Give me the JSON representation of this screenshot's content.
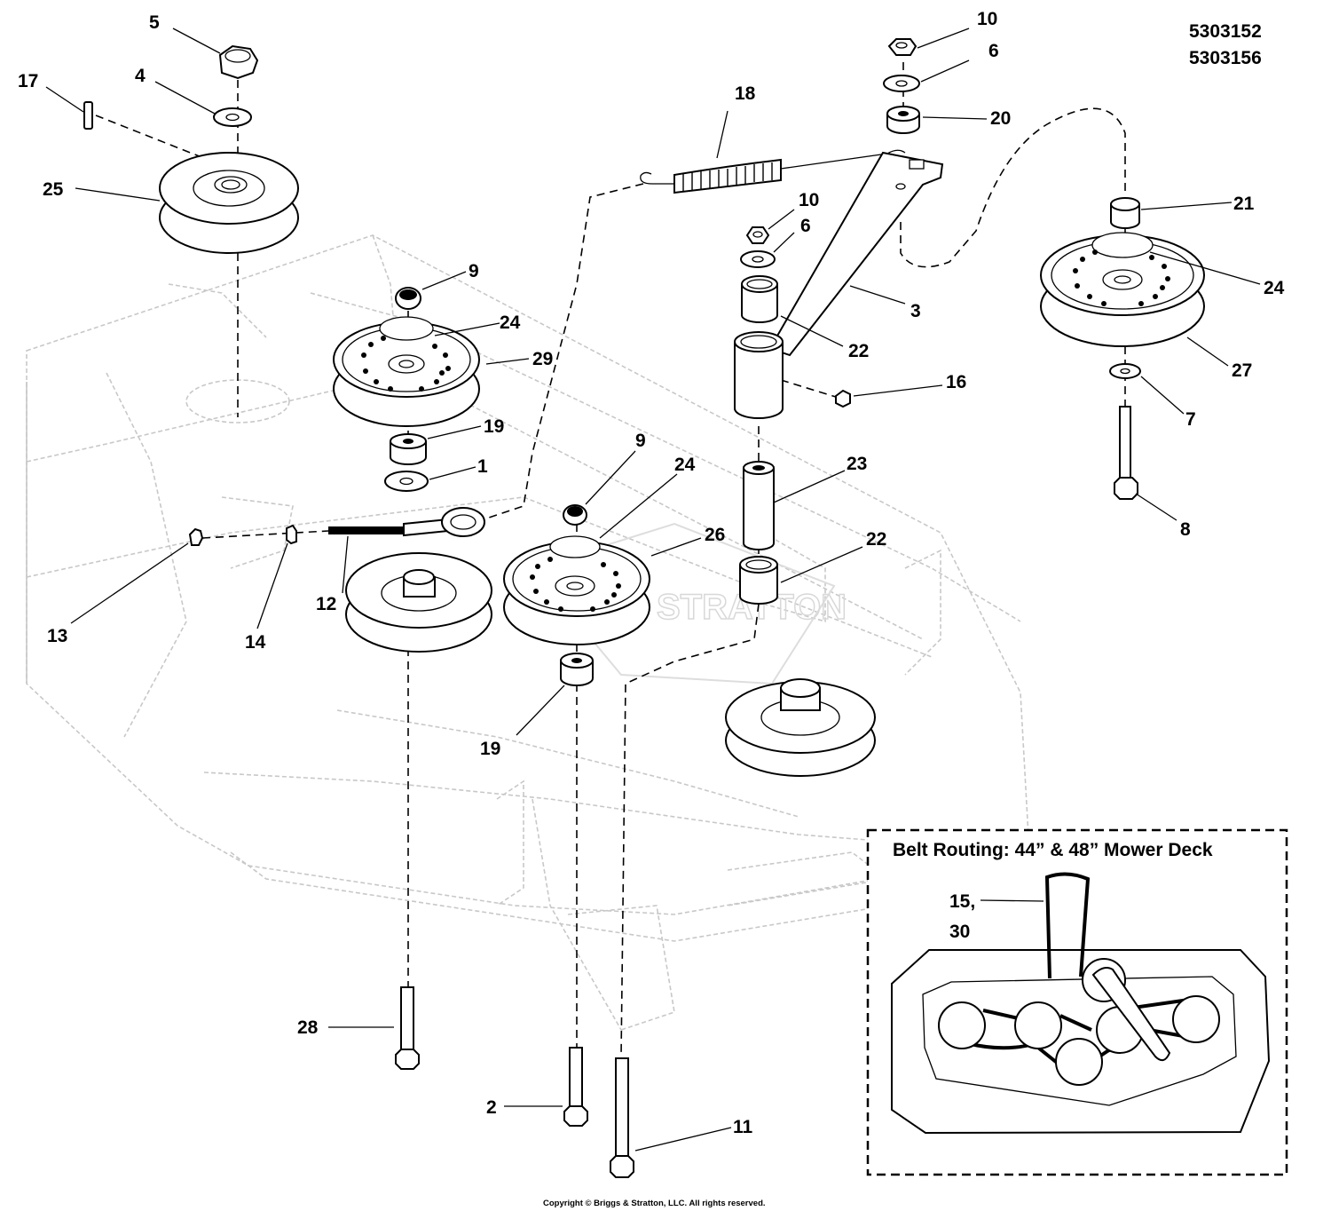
{
  "part_numbers": [
    "5303152",
    "5303156"
  ],
  "inset": {
    "title": "Belt Routing: 44” & 48” Mower Deck",
    "callout_line1": "15,",
    "callout_line2": "30"
  },
  "copyright": "Copyright © Briggs & Stratton, LLC. All rights reserved.",
  "watermark": "STRATTON",
  "callouts": {
    "c1": "1",
    "c2": "2",
    "c3": "3",
    "c4": "4",
    "c5": "5",
    "c6a": "6",
    "c6b": "6",
    "c7": "7",
    "c8": "8",
    "c9a": "9",
    "c9b": "9",
    "c10a": "10",
    "c10b": "10",
    "c11": "11",
    "c12": "12",
    "c13": "13",
    "c14": "14",
    "c16": "16",
    "c17": "17",
    "c18": "18",
    "c19a": "19",
    "c19b": "19",
    "c20": "20",
    "c21": "21",
    "c22a": "22",
    "c22b": "22",
    "c23": "23",
    "c24a": "24",
    "c24b": "24",
    "c24c": "24",
    "c25": "25",
    "c26": "26",
    "c27": "27",
    "c28": "28",
    "c29": "29"
  }
}
